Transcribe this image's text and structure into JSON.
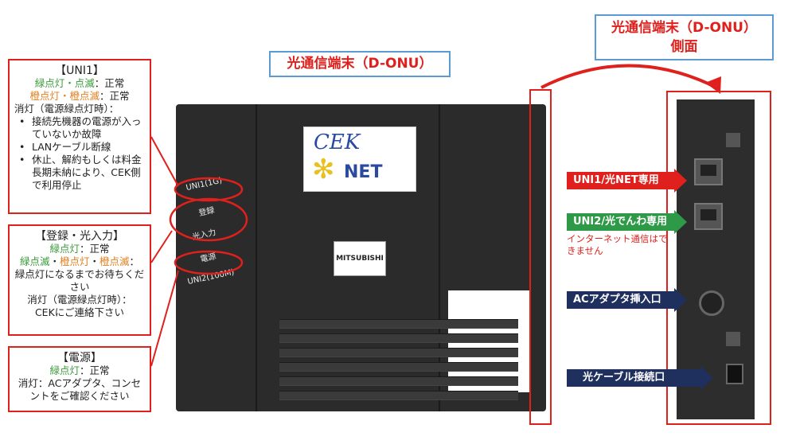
{
  "titles": {
    "front": "光通信端末（D-ONU）",
    "side_line1": "光通信端末（D-ONU）",
    "side_line2": "側面"
  },
  "uni1_panel": {
    "heading": "【UNI1】",
    "line1_a": "緑点灯・点滅",
    "line1_b": "：正常",
    "line2_a": "橙点灯・橙点滅",
    "line2_b": "：正常",
    "line3": "消灯（電源緑点灯時）：",
    "bullets": [
      "接続先機器の電源が入っていないか故障",
      "LANケーブル断線",
      "休止、解約もしくは料金長期未納により、CEK側で利用停止"
    ]
  },
  "reg_panel": {
    "heading": "【登録・光入力】",
    "line1_a": "緑点灯",
    "line1_b": "：正常",
    "line2_a": "緑点滅",
    "line2_sep1": "・",
    "line2_b": "橙点灯",
    "line2_sep2": "・",
    "line2_c": "橙点滅",
    "line2_d": "：",
    "line3": "緑点灯になるまでお待ちください",
    "line4": "消灯（電源緑点灯時）：",
    "line5": "CEKにご連絡下さい"
  },
  "power_panel": {
    "heading": "【電源】",
    "line1_a": "緑点灯",
    "line1_b": "：正常",
    "line2": "消灯：ACアダプタ、コンセントをご確認ください"
  },
  "device": {
    "logo_top": "CEK",
    "logo_bottom": "NET",
    "brand": "MITSUBISHI",
    "lamps": [
      "UNI1(1G)",
      "登録",
      "光入力",
      "電源",
      "UNI2(100M)"
    ]
  },
  "arrows": {
    "uni1": "UNI1/光NET専用",
    "uni2": "UNI2/光でんわ専用",
    "uni2_note": "インターネット通信はできません",
    "ac": "ACアダプタ挿入口",
    "fiber": "光ケーブル接続口"
  },
  "colors": {
    "red": "#e0201c",
    "green_arrow": "#2e9a48",
    "navy_arrow": "#1f2f5e",
    "blue_border": "#5b9bd5"
  }
}
